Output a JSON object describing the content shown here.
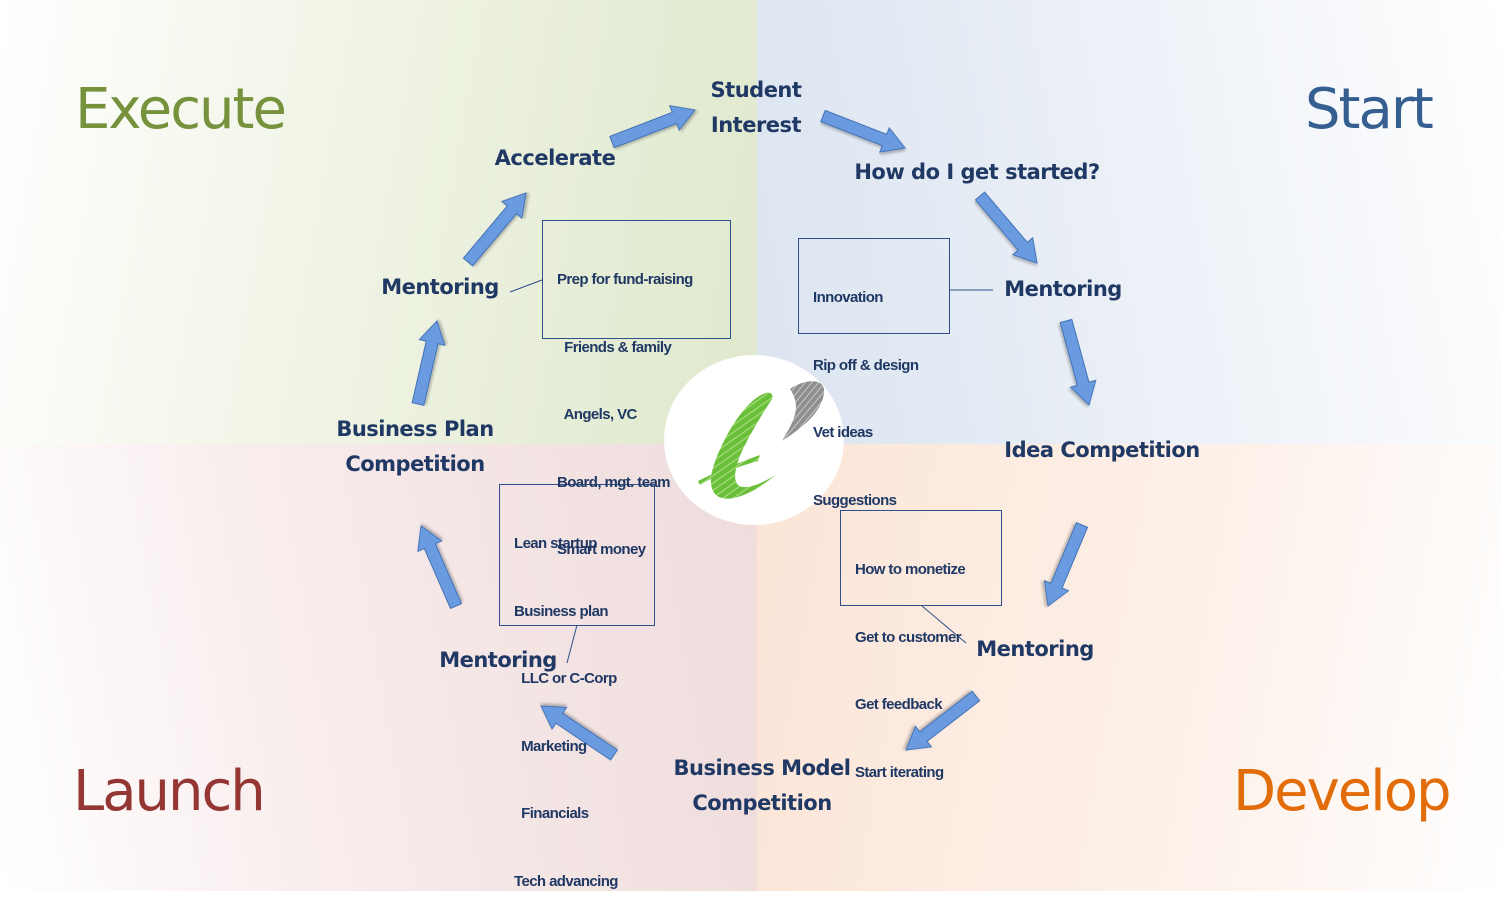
{
  "colors": {
    "node_text": "#1f3864",
    "arrow_fill": "#6a9be0",
    "arrow_stroke": "#3f6fb5",
    "execute": "#76923c",
    "start": "#355e91",
    "launch": "#943634",
    "develop": "#e36c0a",
    "logo_green": "#6abf3a",
    "logo_gray": "#9a9a9a"
  },
  "phases": {
    "execute": "Execute",
    "start": "Start",
    "launch": "Launch",
    "develop": "Develop"
  },
  "nodes": {
    "student_interest": [
      "Student",
      "Interest"
    ],
    "get_started": "How do I get started?",
    "mentoring_start": "Mentoring",
    "idea_competition": "Idea Competition",
    "mentoring_develop": "Mentoring",
    "business_model": [
      "Business Model",
      "Competition"
    ],
    "mentoring_launch": "Mentoring",
    "business_plan": [
      "Business Plan",
      "Competition"
    ],
    "mentoring_execute": "Mentoring",
    "accelerate": "Accelerate"
  },
  "boxes": {
    "start": [
      "Innovation",
      "Rip off & design",
      "Vet ideas",
      "Suggestions"
    ],
    "develop": [
      "How to monetize",
      "Get to customer",
      "Get feedback",
      "Start iterating"
    ],
    "launch": [
      "Lean startup",
      "Business plan",
      "  LLC or C-Corp",
      "  Marketing",
      "  Financials",
      "Tech advancing"
    ],
    "execute": [
      "Prep for fund-raising",
      "  Friends & family",
      "  Angels, VC",
      "Board, mgt. team",
      "Smart money"
    ]
  },
  "logo": {
    "icon": "e-logo-icon"
  }
}
